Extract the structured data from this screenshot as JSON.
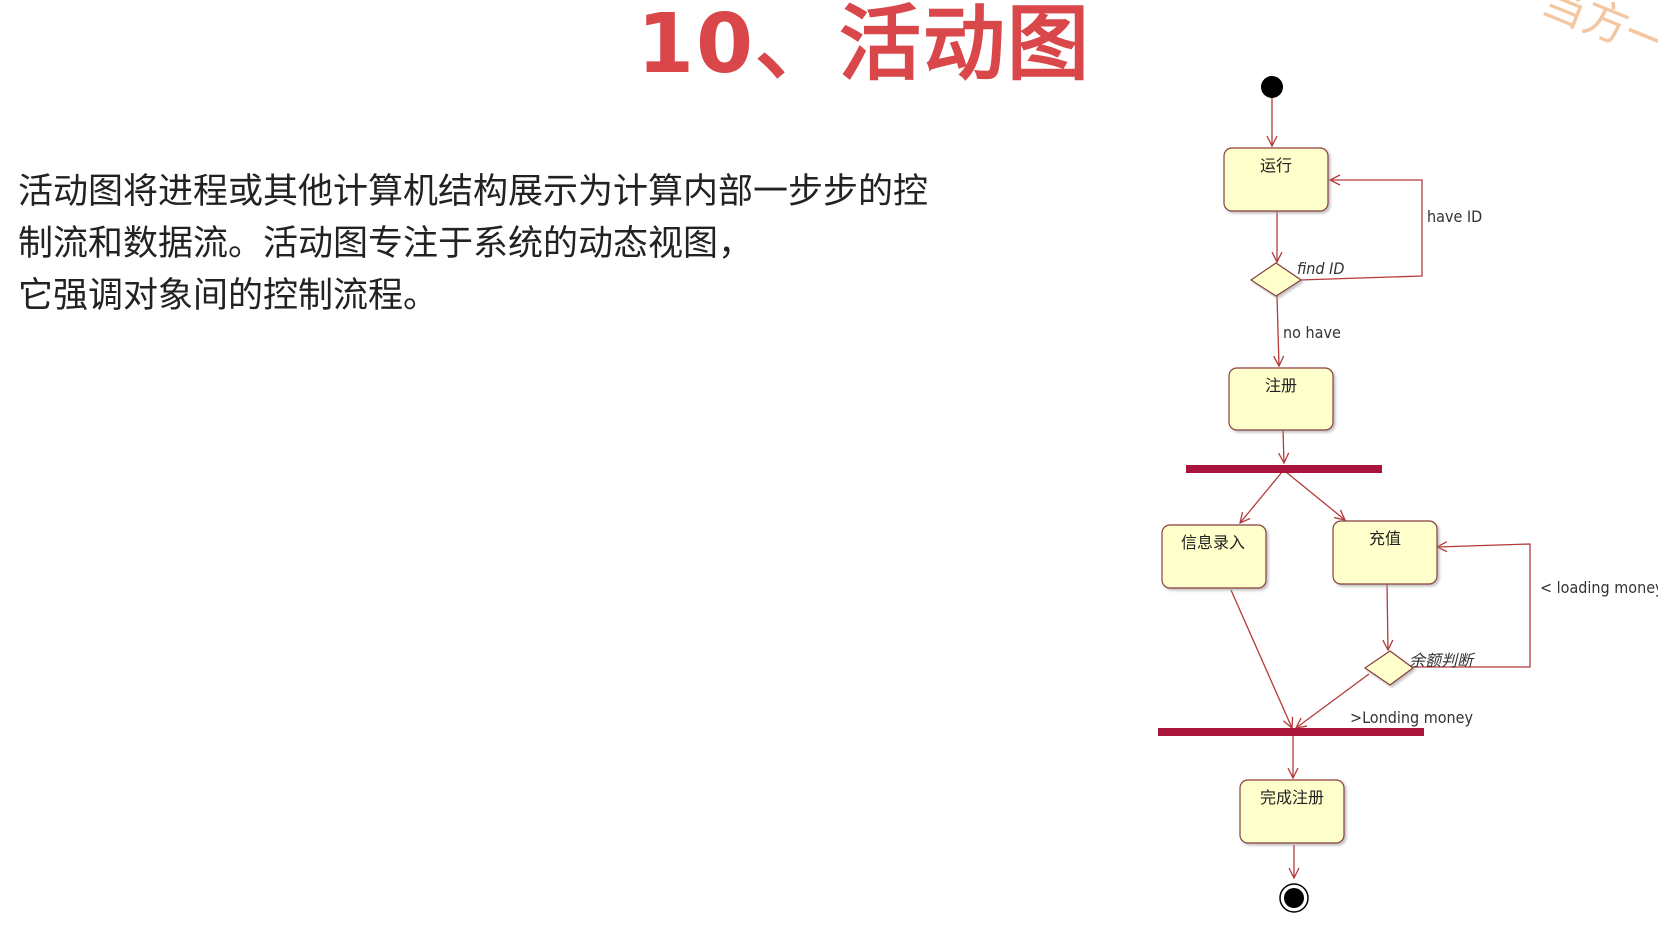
{
  "slide": {
    "title": "10、活动图",
    "body_lines": [
      "活动图将进程或其他计算机结构展示为计算内部一步步的控",
      "制流和数据流。活动图专注于系统的动态视图，",
      "它强调对象间的控制流程。"
    ],
    "watermark": "当方一"
  },
  "diagram": {
    "colors": {
      "node_fill": "#ffffcc",
      "node_stroke": "#8a3d3d",
      "edge": "#b43a3a",
      "bar": "#a8143c",
      "title": "#d9474b"
    },
    "nodes": {
      "run": "运行",
      "register": "注册",
      "info_entry": "信息录入",
      "recharge": "充值",
      "complete": "完成注册"
    },
    "edges": {
      "have_id": "have ID",
      "find_id": "find ID",
      "no_have": "no  have",
      "loading_money": "< loading money",
      "balance_check": "余额判断",
      "londing_money": ">Londing money"
    }
  }
}
